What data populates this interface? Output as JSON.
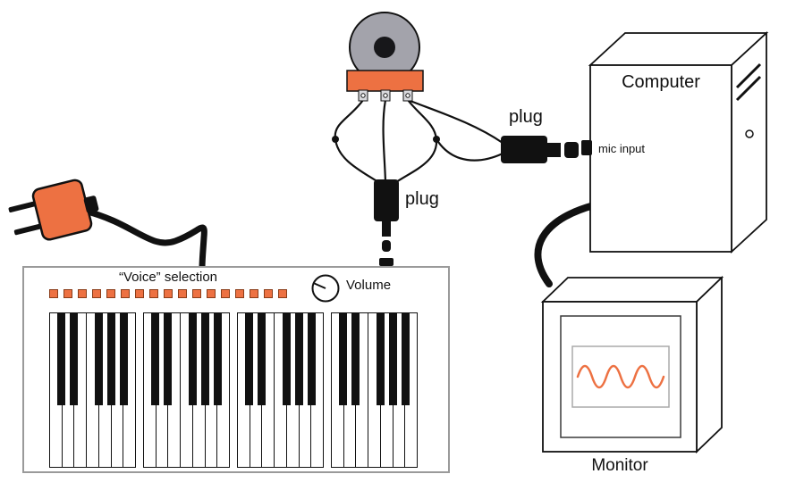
{
  "colors": {
    "accent": "#ED7142",
    "speaker_gray": "#A3A3AB",
    "wave": "#ED7142",
    "line": "#111111"
  },
  "labels": {
    "computer": "Computer",
    "mic_input": "mic input",
    "plug_top": "plug",
    "plug_side": "plug",
    "monitor": "Monitor",
    "voice_selection": "“Voice” selection",
    "volume": "Volume"
  },
  "keyboard": {
    "octaves": 4,
    "voice_button_count": 17
  },
  "monitor_screen": {
    "waveform": "sine",
    "cycles": 3
  }
}
